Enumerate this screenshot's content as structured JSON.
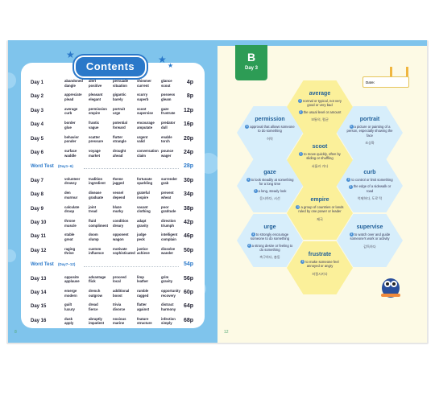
{
  "contents": {
    "title": "Contents",
    "rows": [
      {
        "type": "day",
        "label": "Day 1",
        "words": [
          "abandoned",
          "alert",
          "persuade",
          "shimmer",
          "glance",
          "dangle",
          "positive",
          "situation",
          "current",
          "scout"
        ],
        "page": "4p"
      },
      {
        "type": "day",
        "label": "Day 2",
        "words": [
          "appreciate",
          "pleasant",
          "gigantic",
          "scurry",
          "possess",
          "plead",
          "elegant",
          "barely",
          "superb",
          "gleam"
        ],
        "page": "8p"
      },
      {
        "type": "day",
        "label": "Day 3",
        "words": [
          "average",
          "permission",
          "portrait",
          "scoot",
          "gaze",
          "curb",
          "empire",
          "urge",
          "supervise",
          "frustrate"
        ],
        "page": "12p"
      },
      {
        "type": "day",
        "label": "Day 4",
        "words": [
          "border",
          "frantic",
          "potential",
          "encourage",
          "predator",
          "glue",
          "vague",
          "forward",
          "amputate",
          "dull"
        ],
        "page": "16p"
      },
      {
        "type": "day",
        "label": "Day 5",
        "words": [
          "behavior",
          "scatter",
          "flutter",
          "urgent",
          "enable",
          "ponder",
          "pressure",
          "strangle",
          "valid",
          "torch"
        ],
        "page": "20p"
      },
      {
        "type": "day",
        "label": "Day 6",
        "words": [
          "surface",
          "voyage",
          "drought",
          "conversation",
          "pounce",
          "waddle",
          "market",
          "ahead",
          "claim",
          "wager"
        ],
        "page": "24p"
      },
      {
        "type": "test",
        "label": "Word Test",
        "range": "(Day1~6)",
        "page": "28p"
      },
      {
        "type": "day",
        "label": "Day 7",
        "words": [
          "volunteer",
          "tradition",
          "theme",
          "fortunate",
          "surrender",
          "drowsy",
          "ingredient",
          "jagged",
          "sparkling",
          "grab"
        ],
        "page": "30p"
      },
      {
        "type": "day",
        "label": "Day 8",
        "words": [
          "den",
          "disease",
          "vessel",
          "grateful",
          "prevent",
          "murmur",
          "graduate",
          "depend",
          "inspire",
          "wheat"
        ],
        "page": "34p"
      },
      {
        "type": "day",
        "label": "Day 9",
        "words": [
          "calculate",
          "joint",
          "blaze",
          "vacant",
          "poor",
          "droop",
          "tread",
          "murky",
          "clothing",
          "gratitude"
        ],
        "page": "38p"
      },
      {
        "type": "day",
        "label": "Day 10",
        "words": [
          "throne",
          "fluid",
          "condition",
          "adapt",
          "direction",
          "muscle",
          "compliment",
          "dreary",
          "gravity",
          "triumph"
        ],
        "page": "42p"
      },
      {
        "type": "day",
        "label": "Day 11",
        "words": [
          "stable",
          "doom",
          "opponent",
          "judge",
          "intelligent",
          "great",
          "slump",
          "wagon",
          "peck",
          "complain"
        ],
        "page": "46p"
      },
      {
        "type": "day",
        "label": "Day 12",
        "words": [
          "raging",
          "custom",
          "motivate",
          "justice",
          "dissolve",
          "thrive",
          "influence",
          "sophisticated",
          "achieve",
          "wander"
        ],
        "page": "50p"
      },
      {
        "type": "test",
        "label": "Word Test",
        "range": "(Day7~12)",
        "page": "54p"
      },
      {
        "type": "day",
        "label": "Day 13",
        "words": [
          "opposite",
          "advantage",
          "proceed",
          "limp",
          "grim",
          "applause",
          "flick",
          "local",
          "leather",
          "gravity"
        ],
        "page": "56p"
      },
      {
        "type": "day",
        "label": "Day 14",
        "words": [
          "emerge",
          "drench",
          "additional",
          "rumble",
          "opportunity",
          "modern",
          "outgrow",
          "boost",
          "ragged",
          "recovery"
        ],
        "page": "60p"
      },
      {
        "type": "day",
        "label": "Day 15",
        "words": [
          "guilt",
          "dread",
          "trivia",
          "flatter",
          "distract",
          "luxury",
          "fierce",
          "divorce",
          "against",
          "harmony"
        ],
        "page": "64p"
      },
      {
        "type": "day",
        "label": "Day 16",
        "words": [
          "dusk",
          "abruptly",
          "noxious",
          "feature",
          "infection",
          "apply",
          "impatient",
          "marine",
          "structure",
          "simply"
        ],
        "page": "68p"
      }
    ],
    "page_number": "8"
  },
  "day3": {
    "badge_letter": "B",
    "badge_label": "Day 3",
    "date_label": "Date:",
    "page_number": "12",
    "words": [
      {
        "word": "average",
        "defs": [
          "normal or typical, not very good or very bad",
          "the usual level or amount"
        ],
        "korean": "보통의, 평균",
        "color": "yellow"
      },
      {
        "word": "permission",
        "defs": [
          "approval that allows someone to do something"
        ],
        "korean": "허락",
        "color": "blue"
      },
      {
        "word": "portrait",
        "defs": [
          "a picture or painting of a person, especially showing the face"
        ],
        "korean": "초상화",
        "color": "blue"
      },
      {
        "word": "scoot",
        "defs": [
          "to move quickly, often by sliding or shuffling"
        ],
        "korean": "서둘러 가다",
        "color": "yellow"
      },
      {
        "word": "gaze",
        "defs": [
          "to look steadily at something for a long time",
          "a long, steady look"
        ],
        "korean": "응시하다, 시선",
        "color": "blue"
      },
      {
        "word": "curb",
        "defs": [
          "to control or limit something",
          "the edge of a sidewalk or road"
        ],
        "korean": "억제하다, 도로 턱",
        "color": "blue"
      },
      {
        "word": "empire",
        "defs": [
          "a group of countries or lands ruled by one power or leader"
        ],
        "korean": "제국",
        "color": "yellow"
      },
      {
        "word": "urge",
        "defs": [
          "to strongly encourage someone to do something",
          "a strong desire or feeling to do something"
        ],
        "korean": "촉구하다, 충동",
        "color": "blue"
      },
      {
        "word": "supervise",
        "defs": [
          "to watch over and guide someone's work or activity"
        ],
        "korean": "감독하다",
        "color": "blue"
      },
      {
        "word": "frustrate",
        "defs": [
          "to make someone feel annoyed or angry"
        ],
        "korean": "좌절시키다",
        "color": "yellow"
      }
    ]
  },
  "colors": {
    "left_bg": "#7fc4ec",
    "accent_blue": "#2a78c9",
    "day_badge": "#2d9c55",
    "hex_blue": "#d7eefb",
    "hex_yellow": "#fbf09a"
  }
}
